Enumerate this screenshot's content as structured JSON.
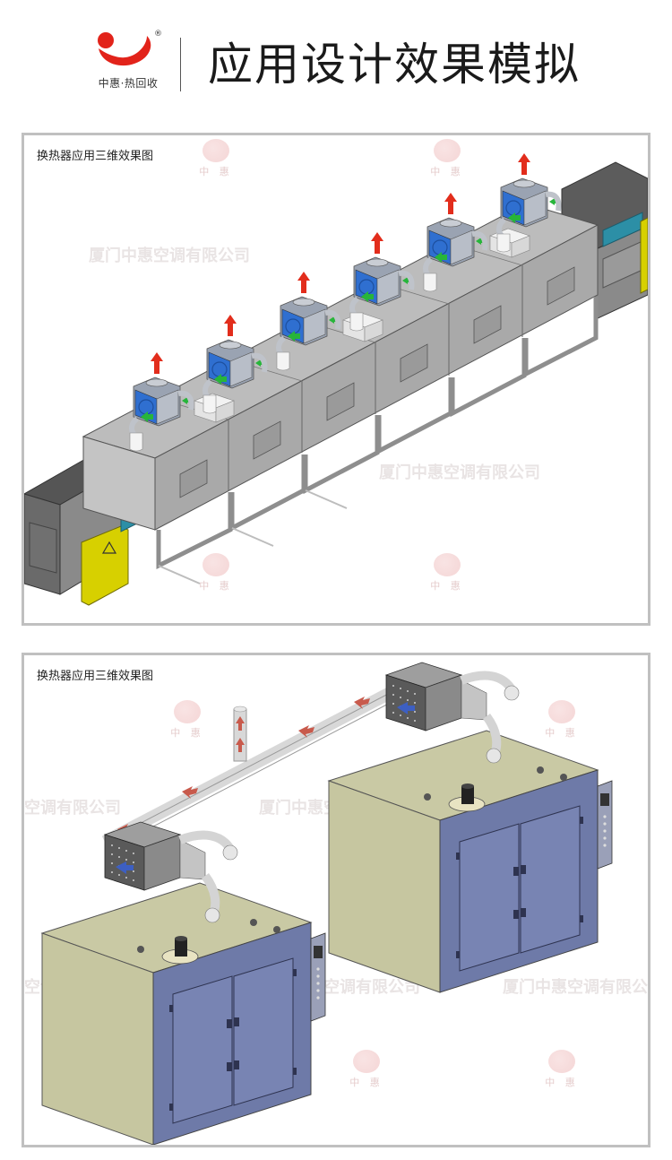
{
  "header": {
    "logo_text": "中惠·热回收",
    "title": "应用设计效果模拟"
  },
  "panels": [
    {
      "caption": "换热器应用三维效果图"
    },
    {
      "caption": "换热器应用三维效果图"
    }
  ],
  "watermark": {
    "company": "厦门中惠空调有限公司",
    "partial_company": "空调有限公司",
    "logo_text": "中 惠"
  },
  "colors": {
    "logo_red": "#e2231a",
    "oven_body": "#c9c9a4",
    "door_blue": "#6e7aa8",
    "tunnel_gray": "#b5b5b5",
    "fan_blue": "#2f6fd0",
    "warning_yellow": "#d7d000",
    "belt_teal": "#2c8fa6",
    "arrow_red": "#e22d1c",
    "arrow_green": "#27b53a"
  }
}
